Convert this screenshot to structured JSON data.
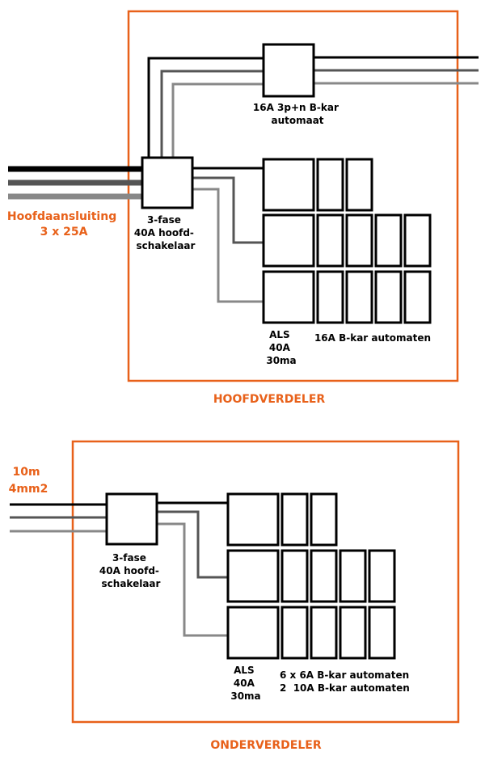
{
  "colors": {
    "accent": "#E8611A",
    "wire_black": "#000000",
    "wire_dark": "#555555",
    "wire_gray": "#888888"
  },
  "hoofdverdeler": {
    "title": "HOOFDVERDELER",
    "supply_label": [
      "Hoofdaansluiting",
      "3 x 25A"
    ],
    "main_switch_label": [
      "3-fase",
      "40A hoofd-",
      "schakelaar"
    ],
    "breaker_3p_label": [
      "16A 3p+n B-kar",
      "automaat"
    ],
    "rcd_label": [
      "ALS",
      "40A",
      "30ma"
    ],
    "breakers_label": "16A B-kar automaten"
  },
  "onderverdeler": {
    "title": "ONDERVERDELER",
    "cable_label": [
      "10m",
      "4mm2"
    ],
    "main_switch_label": [
      "3-fase",
      "40A hoofd-",
      "schakelaar"
    ],
    "rcd_label": [
      "ALS",
      "40A",
      "30ma"
    ],
    "breakers_label": [
      "6 x 6A B-kar automaten",
      "2  10A B-kar automaten"
    ]
  }
}
